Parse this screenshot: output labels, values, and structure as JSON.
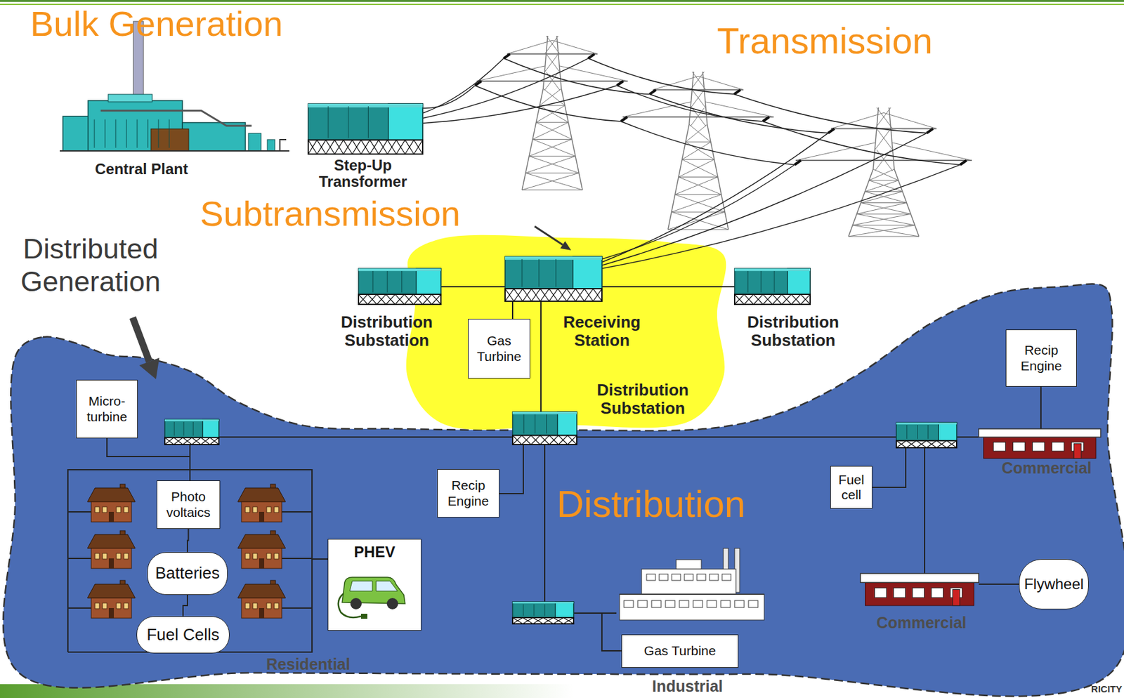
{
  "diagram": {
    "nodes": [
      {
        "text": [
          "Gas Turbine"
        ]
      },
      {
        "text": [
          "Micro-turbine"
        ]
      },
      {
        "text": [
          "Photo voltaics"
        ]
      },
      {
        "text": [
          "Batteries"
        ]
      },
      {
        "text": [
          "Fuel Cells"
        ]
      },
      {
        "text": [
          "PHEV"
        ]
      },
      {
        "text": [
          "Recip Engine"
        ]
      },
      {
        "text": [
          "Gas Turbine"
        ]
      },
      {
        "text": [
          "Fuel cell"
        ]
      },
      {
        "text": [
          "Recip Engine"
        ]
      },
      {
        "text": [
          "Flywheel"
        ]
      }
    ],
    "edges": [
      {
        "from": 2,
        "to": 3,
        "arrow": "none"
      },
      {
        "from": 3,
        "to": 4,
        "arrow": "none"
      }
    ],
    "labels": [
      "Bulk Generation",
      "Transmission",
      "Subtransmission",
      "Distributed Generation",
      "Central Plant",
      "Step-Up Transformer",
      "Distribution Substation",
      "Receiving Station",
      "Distribution Substation",
      "Distribution Substation",
      "Distribution",
      "Residential",
      "Industrial",
      "Commercial",
      "Commercial",
      "RICITY"
    ]
  }
}
